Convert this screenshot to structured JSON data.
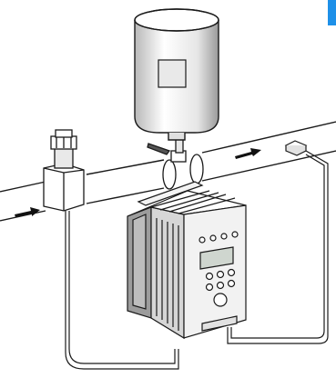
{
  "figure": {
    "components": {
      "tank": "pressure-tank",
      "valve": "isolation-valve",
      "pipe": "water-pipe",
      "pressure_switch": "pressure-sensor",
      "flow_sensor": "flow-sensor",
      "drive": "variable-speed-drive",
      "arrows": "flow-direction-arrows"
    },
    "colors": {
      "accent": "#1E90E8",
      "line": "#1a1a1a",
      "fill_light": "#ffffff",
      "fill_mid": "#dcdcdc",
      "fill_dark": "#a8a8a8",
      "display": "#cfd6cf"
    },
    "flow_arrow_count": 2,
    "drive_keypad_button_count": 6
  }
}
